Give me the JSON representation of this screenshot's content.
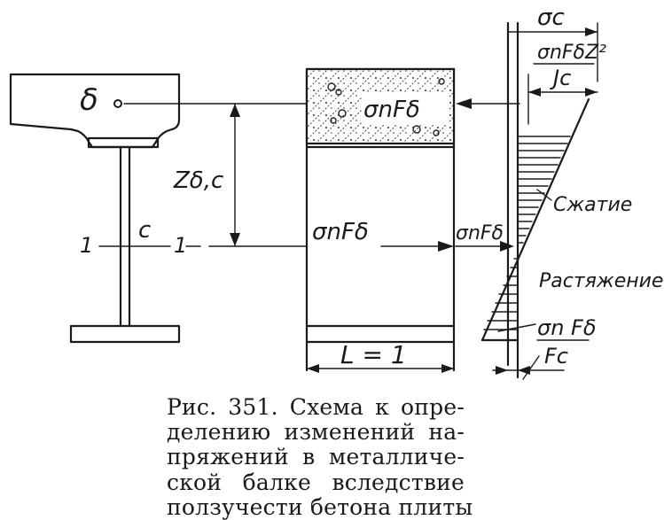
{
  "labels": {
    "plate_point": "δ",
    "dim_z": "Zδ,c",
    "axis_left": "1",
    "axis_center": "c",
    "axis_right": "1",
    "force_top": "σnFδ",
    "force_mid": "σnFδ",
    "force_right": "σnFδ",
    "width_label": "L = 1",
    "sigma_c": "σc",
    "top_formula_num": "σnFδZ²",
    "top_formula_den": "Jc",
    "compression": "Сжатие",
    "tension": "Растяжение",
    "bottom_formula_num": "σn Fδ",
    "bottom_formula_den": "Fc"
  },
  "caption": {
    "lines": [
      "Рис. 351. Схема к опре-",
      "делению изменений на-",
      "пряжений в металличе-",
      "ской балке вследствие",
      "ползучести бетона плиты"
    ]
  }
}
